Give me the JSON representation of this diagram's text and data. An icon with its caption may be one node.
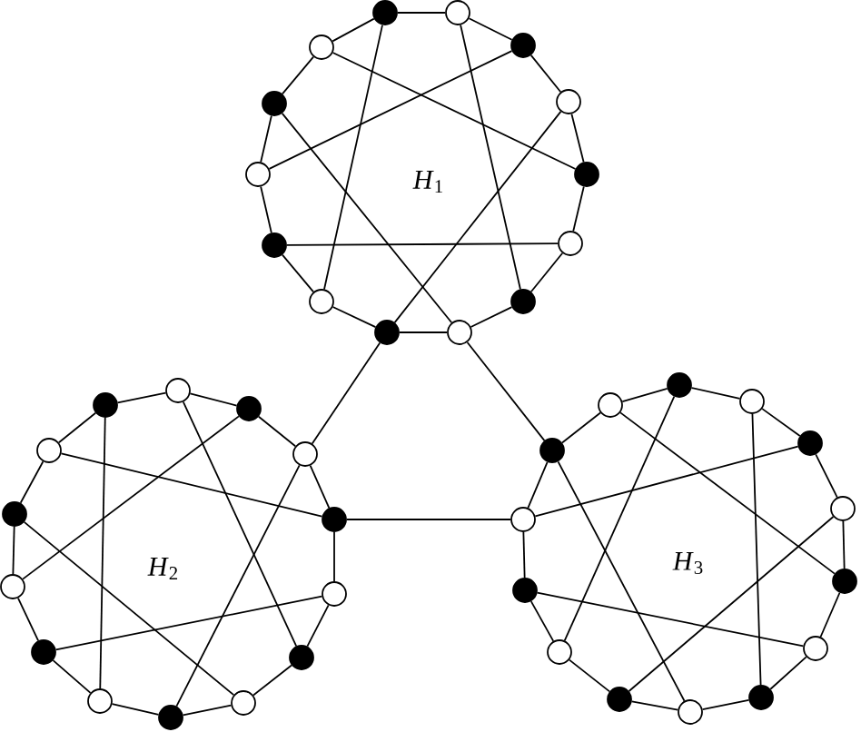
{
  "diagram": {
    "nodes": [
      {
        "text": [],
        "shape": "circle"
      },
      {
        "text": [],
        "shape": "circle"
      },
      {
        "text": [],
        "shape": "circle"
      },
      {
        "text": [],
        "shape": "circle"
      },
      {
        "text": [],
        "shape": "circle"
      },
      {
        "text": [],
        "shape": "circle"
      },
      {
        "text": [],
        "shape": "circle"
      },
      {
        "text": [],
        "shape": "circle"
      },
      {
        "text": [],
        "shape": "circle"
      },
      {
        "text": [],
        "shape": "circle"
      },
      {
        "text": [],
        "shape": "circle"
      },
      {
        "text": [],
        "shape": "circle"
      },
      {
        "text": [],
        "shape": "circle"
      },
      {
        "text": [],
        "shape": "circle"
      },
      {
        "text": [],
        "shape": "circle"
      },
      {
        "text": [],
        "shape": "circle"
      },
      {
        "text": [],
        "shape": "circle"
      },
      {
        "text": [],
        "shape": "circle"
      },
      {
        "text": [],
        "shape": "circle"
      },
      {
        "text": [],
        "shape": "circle"
      },
      {
        "text": [],
        "shape": "circle"
      },
      {
        "text": [],
        "shape": "circle"
      },
      {
        "text": [],
        "shape": "circle"
      },
      {
        "text": [],
        "shape": "circle"
      },
      {
        "text": [],
        "shape": "circle"
      },
      {
        "text": [],
        "shape": "circle"
      },
      {
        "text": [],
        "shape": "circle"
      },
      {
        "text": [],
        "shape": "circle"
      },
      {
        "text": [],
        "shape": "circle"
      },
      {
        "text": [],
        "shape": "circle"
      },
      {
        "text": [],
        "shape": "circle"
      },
      {
        "text": [],
        "shape": "circle"
      },
      {
        "text": [],
        "shape": "circle"
      },
      {
        "text": [],
        "shape": "circle"
      },
      {
        "text": [],
        "shape": "circle"
      },
      {
        "text": [],
        "shape": "circle"
      },
      {
        "text": [],
        "shape": "circle"
      },
      {
        "text": [],
        "shape": "circle"
      },
      {
        "text": [],
        "shape": "circle"
      },
      {
        "text": [],
        "shape": "circle"
      },
      {
        "text": [],
        "shape": "circle"
      },
      {
        "text": [],
        "shape": "circle"
      }
    ],
    "edges": [
      {
        "from": 0,
        "to": 1,
        "arrow": "none"
      },
      {
        "from": 1,
        "to": 2,
        "arrow": "none"
      },
      {
        "from": 2,
        "to": 3,
        "arrow": "none"
      },
      {
        "from": 3,
        "to": 4,
        "arrow": "none"
      },
      {
        "from": 4,
        "to": 5,
        "arrow": "none"
      },
      {
        "from": 5,
        "to": 6,
        "arrow": "none"
      },
      {
        "from": 6,
        "to": 7,
        "arrow": "none"
      },
      {
        "from": 7,
        "to": 8,
        "arrow": "none"
      },
      {
        "from": 8,
        "to": 9,
        "arrow": "none"
      },
      {
        "from": 9,
        "to": 10,
        "arrow": "none"
      },
      {
        "from": 10,
        "to": 11,
        "arrow": "none"
      },
      {
        "from": 11,
        "to": 12,
        "arrow": "none"
      },
      {
        "from": 12,
        "to": 13,
        "arrow": "none"
      },
      {
        "from": 13,
        "to": 0,
        "arrow": "none"
      },
      {
        "from": 1,
        "to": 6,
        "arrow": "none"
      },
      {
        "from": 3,
        "to": 8,
        "arrow": "none"
      },
      {
        "from": 5,
        "to": 10,
        "arrow": "none"
      },
      {
        "from": 7,
        "to": 12,
        "arrow": "none"
      },
      {
        "from": 9,
        "to": 0,
        "arrow": "none"
      },
      {
        "from": 11,
        "to": 2,
        "arrow": "none"
      },
      {
        "from": 13,
        "to": 4,
        "arrow": "none"
      },
      {
        "from": 14,
        "to": 15,
        "arrow": "none"
      },
      {
        "from": 15,
        "to": 16,
        "arrow": "none"
      },
      {
        "from": 16,
        "to": 17,
        "arrow": "none"
      },
      {
        "from": 17,
        "to": 18,
        "arrow": "none"
      },
      {
        "from": 18,
        "to": 19,
        "arrow": "none"
      },
      {
        "from": 19,
        "to": 20,
        "arrow": "none"
      },
      {
        "from": 20,
        "to": 21,
        "arrow": "none"
      },
      {
        "from": 21,
        "to": 22,
        "arrow": "none"
      },
      {
        "from": 22,
        "to": 23,
        "arrow": "none"
      },
      {
        "from": 23,
        "to": 24,
        "arrow": "none"
      },
      {
        "from": 24,
        "to": 25,
        "arrow": "none"
      },
      {
        "from": 25,
        "to": 26,
        "arrow": "none"
      },
      {
        "from": 26,
        "to": 27,
        "arrow": "none"
      },
      {
        "from": 27,
        "to": 14,
        "arrow": "none"
      },
      {
        "from": 15,
        "to": 20,
        "arrow": "none"
      },
      {
        "from": 17,
        "to": 22,
        "arrow": "none"
      },
      {
        "from": 19,
        "to": 24,
        "arrow": "none"
      },
      {
        "from": 21,
        "to": 26,
        "arrow": "none"
      },
      {
        "from": 23,
        "to": 14,
        "arrow": "none"
      },
      {
        "from": 25,
        "to": 16,
        "arrow": "none"
      },
      {
        "from": 27,
        "to": 18,
        "arrow": "none"
      },
      {
        "from": 28,
        "to": 29,
        "arrow": "none"
      },
      {
        "from": 29,
        "to": 30,
        "arrow": "none"
      },
      {
        "from": 30,
        "to": 31,
        "arrow": "none"
      },
      {
        "from": 31,
        "to": 32,
        "arrow": "none"
      },
      {
        "from": 32,
        "to": 33,
        "arrow": "none"
      },
      {
        "from": 33,
        "to": 34,
        "arrow": "none"
      },
      {
        "from": 34,
        "to": 35,
        "arrow": "none"
      },
      {
        "from": 35,
        "to": 36,
        "arrow": "none"
      },
      {
        "from": 36,
        "to": 37,
        "arrow": "none"
      },
      {
        "from": 37,
        "to": 38,
        "arrow": "none"
      },
      {
        "from": 38,
        "to": 39,
        "arrow": "none"
      },
      {
        "from": 39,
        "to": 40,
        "arrow": "none"
      },
      {
        "from": 40,
        "to": 41,
        "arrow": "none"
      },
      {
        "from": 41,
        "to": 28,
        "arrow": "none"
      },
      {
        "from": 29,
        "to": 34,
        "arrow": "none"
      },
      {
        "from": 31,
        "to": 36,
        "arrow": "none"
      },
      {
        "from": 33,
        "to": 38,
        "arrow": "none"
      },
      {
        "from": 35,
        "to": 40,
        "arrow": "none"
      },
      {
        "from": 37,
        "to": 28,
        "arrow": "none"
      },
      {
        "from": 39,
        "to": 30,
        "arrow": "none"
      },
      {
        "from": 41,
        "to": 32,
        "arrow": "none"
      },
      {
        "from": 8,
        "to": 17,
        "arrow": "none"
      },
      {
        "from": 7,
        "to": 40,
        "arrow": "none"
      },
      {
        "from": 18,
        "to": 39,
        "arrow": "none"
      }
    ],
    "labels": [
      "*H*$_{1}$",
      "*H*$_{2}$",
      "*H*$_{3}$"
    ]
  }
}
